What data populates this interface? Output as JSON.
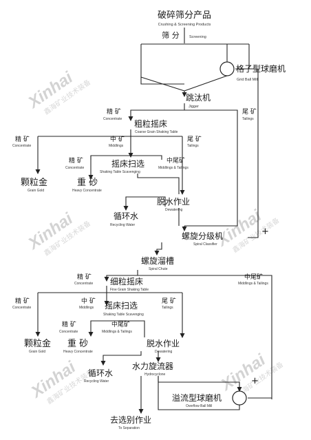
{
  "watermark": {
    "brand": "Xinhai",
    "slogan": "鑫海矿业技术装备"
  },
  "nodes": {
    "products": {
      "zh": "破碎筛分产品",
      "en": "Crushing & Screening Products"
    },
    "screening": {
      "zh": "筛 分",
      "en": "Screening"
    },
    "ballmill": {
      "zh": "格子型球磨机",
      "en": "Grid Ball Mill"
    },
    "jigger": {
      "zh": "跳汰机",
      "en": "Jigger"
    },
    "coarse": {
      "zh": "粗粒摇床",
      "en": "Coarse Grain Shaking Table"
    },
    "scav1": {
      "zh": "摇床扫选",
      "en": "Shaking Table Scavenging"
    },
    "gold1": {
      "zh": "颗粒金",
      "en": "Grain Gold"
    },
    "heavy1": {
      "zh": "重 砂",
      "en": "Heavy Concentrate"
    },
    "dewater1": {
      "zh": "脱水作业",
      "en": "Dewatering"
    },
    "recycle1": {
      "zh": "循环水",
      "en": "Recycling Water"
    },
    "spiral": {
      "zh": "螺旋分级机",
      "en": "Spiral Classifier"
    },
    "chute": {
      "zh": "螺旋溜槽",
      "en": "Spiral Chute"
    },
    "fine": {
      "zh": "细粒摇床",
      "en": "Fine Grain Shaking Table"
    },
    "scav2": {
      "zh": "摇床扫选",
      "en": "Shaking Table Scavenging"
    },
    "gold2": {
      "zh": "颗粒金",
      "en": "Grain Gold"
    },
    "heavy2": {
      "zh": "重 砂",
      "en": "Heavy Concentrate"
    },
    "dewater2": {
      "zh": "脱水作业",
      "en": "Dewatering"
    },
    "hydro": {
      "zh": "水力旋流器",
      "en": "Hydrocyclone"
    },
    "recycle2": {
      "zh": "循环水",
      "en": "Recycling Water"
    },
    "overflow": {
      "zh": "溢流型球磨机",
      "en": "Overflow Ball Mill"
    },
    "separation": {
      "zh": "去选别作业",
      "en": "To Separation"
    }
  },
  "labels": {
    "conc_jig": {
      "zh": "精 矿",
      "en": "Concentrate"
    },
    "tail_jig": {
      "zh": "尾 矿",
      "en": "Tailings"
    },
    "conc_coarse": {
      "zh": "精 矿",
      "en": "Concentrate"
    },
    "mid_coarse": {
      "zh": "中 矿",
      "en": "Middlings"
    },
    "tail_coarse": {
      "zh": "尾 矿",
      "en": "Tailings"
    },
    "conc_scav1": {
      "zh": "精 矿",
      "en": "Concentrate"
    },
    "midtail1": {
      "zh": "中尾矿",
      "en": "Middlings & Tailings"
    },
    "conc_chute": {
      "zh": "精 矿",
      "en": "Concentrate"
    },
    "midtail_chute": {
      "zh": "中尾矿",
      "en": "Middlings & Tailings"
    },
    "conc_fine": {
      "zh": "精 矿",
      "en": "Concentrate"
    },
    "mid_fine": {
      "zh": "中 矿",
      "en": "Middlings"
    },
    "tail_fine": {
      "zh": "尾 矿",
      "en": "Tailings"
    },
    "conc_scav2": {
      "zh": "精 矿",
      "en": "Concentrate"
    },
    "midtail2": {
      "zh": "中尾矿",
      "en": "Middlings & Tailings"
    },
    "plus1": "+",
    "plus2": "+"
  }
}
